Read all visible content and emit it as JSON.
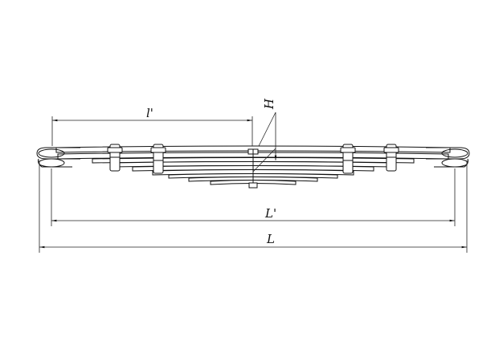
{
  "drawing": {
    "labels": {
      "l_prime": "l'",
      "L_prime": "L'",
      "L": "L",
      "H": "H"
    },
    "leaf_count": 9,
    "clamp_count": 4
  }
}
